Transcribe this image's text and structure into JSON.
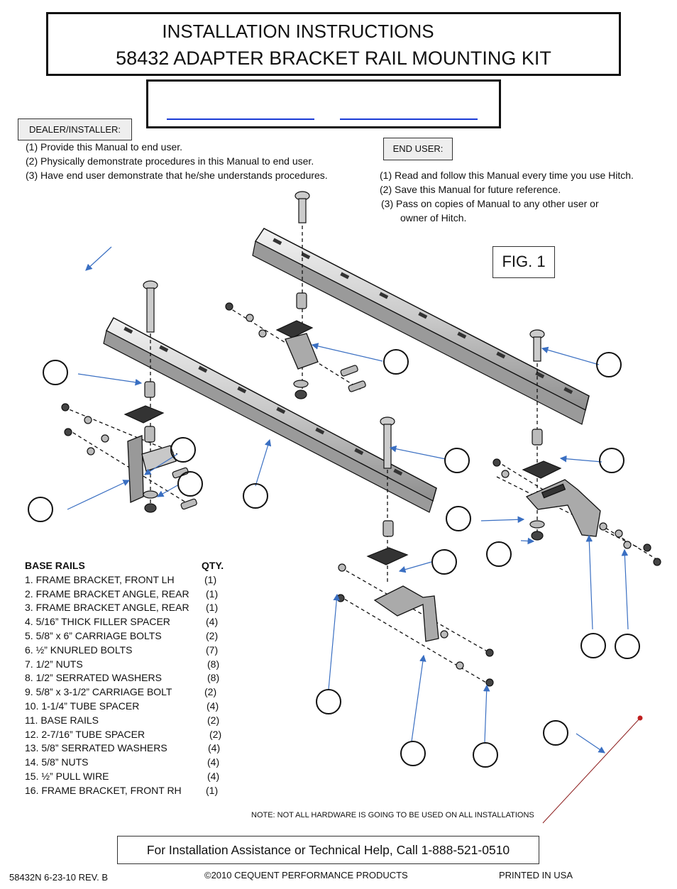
{
  "header": {
    "title_line1": "INSTALLATION INSTRUCTIONS",
    "title_line2": "58432 ADAPTER BRACKET RAIL MOUNTING KIT"
  },
  "dealer": {
    "label": "DEALER/INSTALLER:",
    "items": [
      "(1) Provide this Manual to end user.",
      "(2) Physically demonstrate procedures in this Manual to end user.",
      "(3) Have end user demonstrate that he/she understands procedures."
    ]
  },
  "end_user": {
    "label": "END USER:",
    "items": [
      "(1) Read and follow this Manual every time you use Hitch.",
      "(2) Save this Manual for future reference.",
      "(3) Pass on copies of Manual to any other user or",
      "owner of  Hitch."
    ]
  },
  "figure": {
    "label": "FIG. 1"
  },
  "parts_list": {
    "header_name": "BASE RAILS",
    "header_qty": "QTY.",
    "items": [
      {
        "name": "1. FRAME BRACKET, FRONT LH",
        "qty": "(1)"
      },
      {
        "name": "2. FRAME BRACKET ANGLE, REAR",
        "qty": "(1)"
      },
      {
        "name": "3. FRAME BRACKET ANGLE, REAR",
        "qty": "(1)"
      },
      {
        "name": "4. 5/16” THICK  FILLER SPACER",
        "qty": "(4)"
      },
      {
        "name": "5. 5/8” x 6” CARRIAGE BOLTS",
        "qty": "(2)"
      },
      {
        "name": "6. ½” KNURLED BOLTS",
        "qty": "(7)"
      },
      {
        "name": "7. 1/2” NUTS",
        "qty": "(8)"
      },
      {
        "name": "8. 1/2” SERRATED WASHERS",
        "qty": "(8)"
      },
      {
        "name": "9. 5/8” x 3-1/2” CARRIAGE BOLT",
        "qty": "(2)"
      },
      {
        "name": "10. 1-1/4” TUBE SPACER",
        "qty": "(4)"
      },
      {
        "name": "11. BASE RAILS",
        "qty": "(2)"
      },
      {
        "name": "12. 2-7/16” TUBE SPACER",
        "qty": "(2)"
      },
      {
        "name": "13. 5/8” SERRATED WASHERS",
        "qty": "(4)"
      },
      {
        "name": "14. 5/8” NUTS",
        "qty": "(4)"
      },
      {
        "name": "15. ½” PULL WIRE",
        "qty": "(4)"
      },
      {
        "name": "16. FRAME BRACKET, FRONT RH",
        "qty": "(1)"
      }
    ]
  },
  "note": "NOTE: NOT ALL HARDWARE IS GOING TO BE USED ON ALL INSTALLATIONS",
  "help_line": "For Installation Assistance or Technical Help, Call 1-888-521-0510",
  "footer": {
    "doc_code": "58432N  6-23-10  REV. B",
    "copyright": "©2010 CEQUENT PERFORMANCE PRODUCTS",
    "printed": "PRINTED IN USA"
  },
  "colors": {
    "arrow": "#3a6fc2",
    "outline": "#111111",
    "link_underline": "#1a3bd6",
    "pull_wire": "#8b1a1a"
  }
}
